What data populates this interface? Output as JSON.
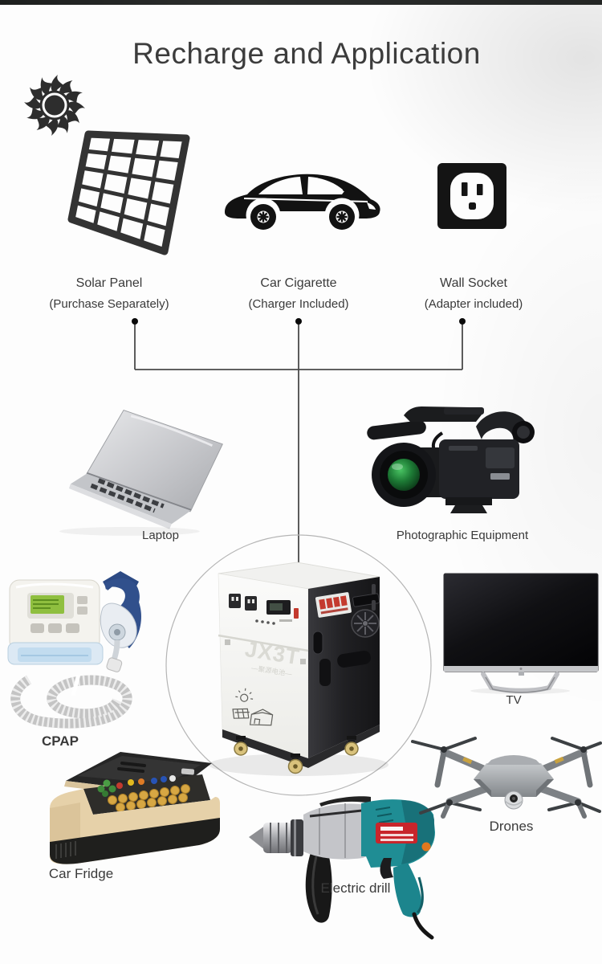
{
  "title": "Recharge and Application",
  "recharge_sources": [
    {
      "name": "Solar Panel",
      "note": "(Purchase Separately)",
      "icon": "solar-panel-icon"
    },
    {
      "name": "Car Cigarette",
      "note": "(Charger Included)",
      "icon": "car-icon"
    },
    {
      "name": "Wall Socket",
      "note": "(Adapter included)",
      "icon": "wall-socket-icon"
    }
  ],
  "power_station": {
    "brand": "JX3T",
    "brand_subtitle": "—聚源电池—"
  },
  "applications": [
    {
      "label": "Laptop"
    },
    {
      "label": "Photographic Equipment"
    },
    {
      "label": "CPAP"
    },
    {
      "label": "TV"
    },
    {
      "label": "Car Fridge"
    },
    {
      "label": "Electric drill"
    },
    {
      "label": "Drones"
    }
  ],
  "colors": {
    "ink": "#2d2d2d",
    "label_text": "#3a3a3a",
    "line": "#4a4a4a",
    "halo": "#b5b5b5",
    "drill_teal": "#1f8d94",
    "lens_green": "#2ea24a",
    "cpap_screen": "#8fbf3f",
    "fridge_tan": "#e6d1a9",
    "station_white": "#fafaf8",
    "station_dark": "#1a1a1c",
    "caster_yellow": "#d9c27c",
    "breaker_red": "#c43a2e"
  }
}
